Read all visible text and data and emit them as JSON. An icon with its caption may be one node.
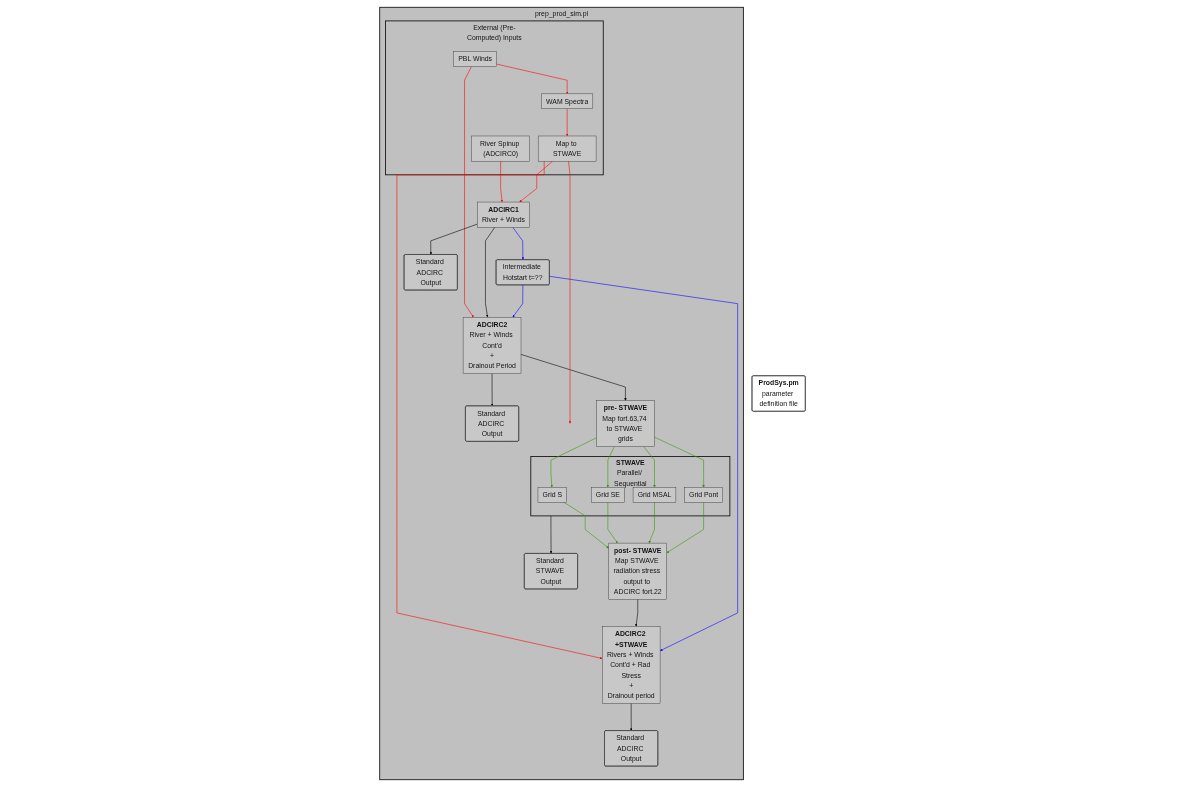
{
  "diagram": {
    "nodes": [
      {
        "text": [
          "prep_prod_sim.pl"
        ]
      },
      {
        "text": [
          "External (Pre-Computed) Inputs"
        ],
        "in": 0
      },
      {
        "text": [
          "River Spinup (ADCIRC0)"
        ],
        "in": 1
      },
      {
        "text": [
          "PBL Winds"
        ],
        "in": 1
      },
      {
        "text": [
          "WAM Spectra"
        ],
        "in": 1
      },
      {
        "text": [
          "Map to STWAVE"
        ],
        "in": 1
      },
      {
        "text": [
          "ADCIRC1",
          "River + Winds"
        ],
        "in": 0
      },
      {
        "text": [
          "ADCIRC2",
          "River + Winds Cont'd",
          "+",
          "Drainout Period"
        ],
        "in": 0
      },
      {
        "text": [
          "pre- STWAVE",
          "Map fort.63,74 to STWAVE grids"
        ],
        "in": 0
      },
      {
        "text": [
          "STWAVE",
          "Parallel/ Sequential"
        ],
        "in": 0
      },
      {
        "text": [
          "Grid S"
        ],
        "in": 9
      },
      {
        "text": [
          "Grid SE"
        ],
        "in": 9
      },
      {
        "text": [
          "Grid MSAL"
        ],
        "in": 9
      },
      {
        "text": [
          "Grid Pont"
        ],
        "in": 9
      },
      {
        "text": [
          "post- STWAVE",
          "Map STWAVE radiation stress output to ADCIRC fort.22"
        ],
        "in": 0
      },
      {
        "text": [
          "ADCIRC2 +STWAVE",
          "Rivers + Winds Cont'd + Rad Stress",
          "+",
          "Drainout period"
        ],
        "in": 0
      },
      {
        "text": [
          "Intermediate Hotstart t=??"
        ],
        "in": 0
      },
      {
        "text": [
          "Standard ADCIRC Output"
        ],
        "in": 0
      },
      {
        "text": [
          "Standard ADCIRC Output"
        ],
        "in": 0
      },
      {
        "text": [
          "Standard STWAVE Output"
        ],
        "in": 0
      },
      {
        "text": [
          "Standard ADCIRC Output"
        ],
        "in": 0
      },
      {
        "text": [
          "ProdSys.pm",
          "parameter definition file"
        ]
      }
    ],
    "edges": [
      {
        "from": 3,
        "to": 4,
        "arrow": "to",
        "color": "#ff0000"
      },
      {
        "from": 4,
        "to": 5,
        "arrow": "to",
        "color": "#ff0000"
      },
      {
        "from": 2,
        "to": 6,
        "arrow": "to",
        "color": "#ff0000"
      },
      {
        "from": 3,
        "to": 7,
        "arrow": "to",
        "color": "#ff0000"
      },
      {
        "from": 5,
        "to": 9,
        "arrow": "to",
        "color": "#ff0000"
      },
      {
        "from": 5,
        "to": 6,
        "arrow": "to",
        "color": "#ff0000"
      },
      {
        "from": 5,
        "to": 15,
        "arrow": "to",
        "color": "#ff0000"
      },
      {
        "from": 6,
        "to": 7,
        "arrow": "to",
        "color": "#000000"
      },
      {
        "from": 7,
        "to": 8,
        "arrow": "to",
        "color": "#000000"
      },
      {
        "from": 8,
        "to": 10,
        "arrow": "to",
        "color": "#339900"
      },
      {
        "from": 8,
        "to": 11,
        "arrow": "to",
        "color": "#339900"
      },
      {
        "from": 8,
        "to": 12,
        "arrow": "to",
        "color": "#339900"
      },
      {
        "from": 8,
        "to": 13,
        "arrow": "to",
        "color": "#339900"
      },
      {
        "from": 10,
        "to": 14,
        "arrow": "to",
        "color": "#339900"
      },
      {
        "from": 11,
        "to": 14,
        "arrow": "to",
        "color": "#339900"
      },
      {
        "from": 12,
        "to": 14,
        "arrow": "to",
        "color": "#339900"
      },
      {
        "from": 13,
        "to": 14,
        "arrow": "to",
        "color": "#339900"
      },
      {
        "from": 14,
        "to": 15,
        "arrow": "to",
        "color": "#000000"
      },
      {
        "from": 6,
        "to": 16,
        "arrow": "to",
        "color": "#0000ff"
      },
      {
        "from": 16,
        "to": 7,
        "arrow": "to",
        "color": "#0000ff"
      },
      {
        "from": 16,
        "to": 15,
        "arrow": "to",
        "color": "#0000ff"
      },
      {
        "from": 6,
        "to": 17,
        "arrow": "to",
        "color": "#000000"
      },
      {
        "from": 7,
        "to": 18,
        "arrow": "to",
        "color": "#000000"
      },
      {
        "from": 9,
        "to": 19,
        "arrow": "to",
        "color": "#000000"
      },
      {
        "from": 15,
        "to": 20,
        "arrow": "to",
        "color": "#000000"
      }
    ]
  }
}
